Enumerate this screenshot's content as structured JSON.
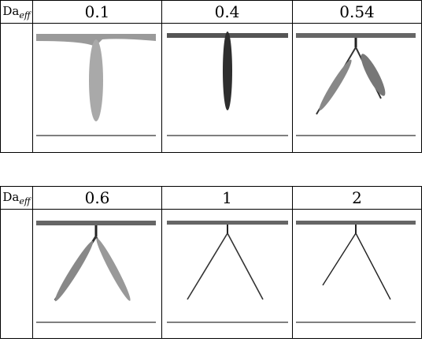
{
  "table_top": {
    "row_label_main": "Da",
    "row_label_sub": "eff",
    "values": [
      "0.1",
      "0.4",
      "0.54"
    ]
  },
  "table_bottom": {
    "row_label_main": "Da",
    "row_label_sub": "eff",
    "values": [
      "0.6",
      "1",
      "2"
    ]
  },
  "colors": {
    "ink": "#000000",
    "streak": "#7a7a7a",
    "dark_streak": "#222222"
  }
}
